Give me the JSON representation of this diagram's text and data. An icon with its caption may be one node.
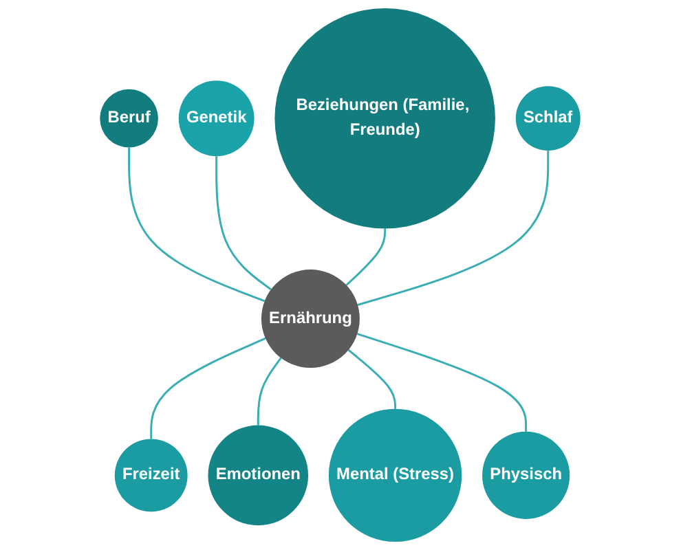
{
  "diagram": {
    "nodes": [
      {
        "text": [
          "Beruf"
        ]
      },
      {
        "text": [
          "Genetik"
        ]
      },
      {
        "text": [
          "Beziehungen (Familie, Freunde)"
        ]
      },
      {
        "text": [
          "Schlaf"
        ]
      },
      {
        "text": [
          "Ernährung"
        ]
      },
      {
        "text": [
          "Freizeit"
        ]
      },
      {
        "text": [
          "Emotionen"
        ]
      },
      {
        "text": [
          "Mental (Stress)"
        ]
      },
      {
        "text": [
          "Physisch"
        ]
      }
    ],
    "edges": [
      {
        "from": 4,
        "to": 0,
        "arrow": "none"
      },
      {
        "from": 4,
        "to": 1,
        "arrow": "none"
      },
      {
        "from": 4,
        "to": 2,
        "arrow": "none"
      },
      {
        "from": 4,
        "to": 3,
        "arrow": "none"
      },
      {
        "from": 4,
        "to": 5,
        "arrow": "none"
      },
      {
        "from": 4,
        "to": 6,
        "arrow": "none"
      },
      {
        "from": 4,
        "to": 7,
        "arrow": "none"
      },
      {
        "from": 4,
        "to": 8,
        "arrow": "none"
      }
    ]
  }
}
